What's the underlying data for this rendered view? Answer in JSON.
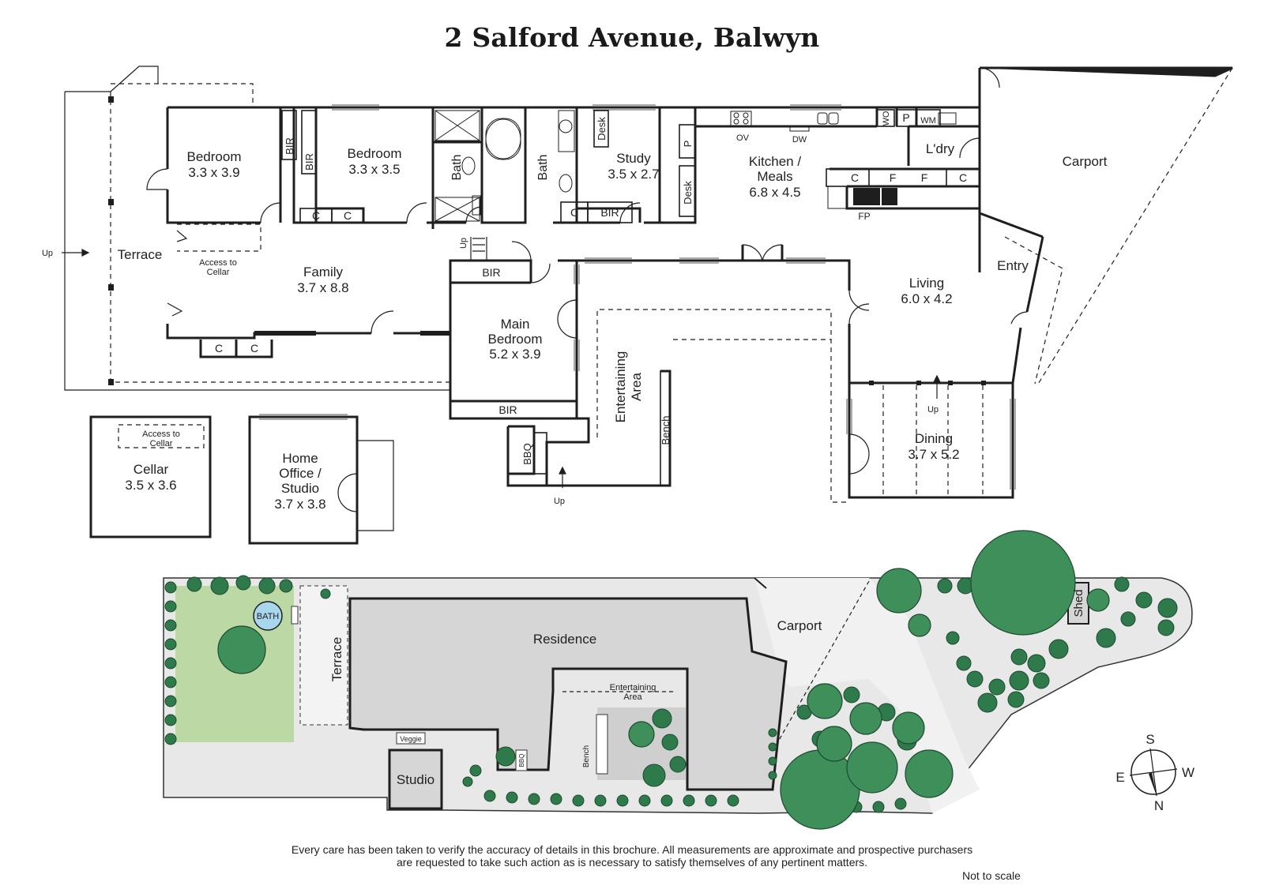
{
  "title": "2 Salford Avenue, Balwyn",
  "rooms": {
    "bedroom1": {
      "name": "Bedroom",
      "size": "3.3 x 3.9"
    },
    "bedroom2": {
      "name": "Bedroom",
      "size": "3.3 x 3.5"
    },
    "family": {
      "name": "Family",
      "size": "3.7 x 8.8"
    },
    "terrace": "Terrace",
    "access_cellar": [
      "Access to",
      "Cellar"
    ],
    "bath1": "Bath",
    "bath2": "Bath",
    "study": {
      "name": "Study",
      "size": "3.5 x 2.7"
    },
    "desk1": "Desk",
    "desk2": "Desk",
    "kitchen": {
      "name1": "Kitchen /",
      "name2": "Meals",
      "size": "6.8 x 4.5"
    },
    "laundry": "L'dry",
    "carport": "Carport",
    "entry": "Entry",
    "living": {
      "name": "Living",
      "size": "6.0 x 4.2"
    },
    "main_bedroom": {
      "name1": "Main",
      "name2": "Bedroom",
      "size": "5.2 x 3.9"
    },
    "entertaining": [
      "Entertaining",
      "Area"
    ],
    "bench": "Bench",
    "bbq": "BBQ",
    "dining": {
      "name": "Dining",
      "size": "3.7 x 5.2"
    },
    "cellar": {
      "name": "Cellar",
      "size": "3.5 x 3.6",
      "access": [
        "Access to",
        "Cellar"
      ]
    },
    "home_office": {
      "name1": "Home",
      "name2": "Office /",
      "name3": "Studio",
      "size": "3.7 x 3.8"
    }
  },
  "fixtures": {
    "bir": "BIR",
    "c": "C",
    "p": "P",
    "f": "F",
    "wo": "WO",
    "wm": "WM",
    "ov": "OV",
    "dw": "DW",
    "fp": "FP",
    "up": "Up"
  },
  "site": {
    "residence": "Residence",
    "carport": "Carport",
    "terrace": "Terrace",
    "entertaining": [
      "Entertaining",
      "Area"
    ],
    "studio": "Studio",
    "shed": "Shed",
    "bath": "BATH",
    "veggie": "Veggie",
    "bbq": "BBQ",
    "bench": "Bench"
  },
  "compass": {
    "s": "S",
    "w": "W",
    "n": "N",
    "e": "E"
  },
  "disclaimer": [
    "Every care has been taken to verify the accuracy of details in this brochure.  All measurements are approximate and prospective purchasers",
    "are requested to take such action as is necessary to satisfy themselves of any pertinent matters."
  ],
  "not_to_scale": "Not to scale",
  "colors": {
    "wall": "#1e1e1e",
    "lawn": "#bcd9a5",
    "tree": "#3f8f5b",
    "shrub": "#2f7a4b",
    "building": "#d6d6d6",
    "paving": "#e6e6e6"
  }
}
